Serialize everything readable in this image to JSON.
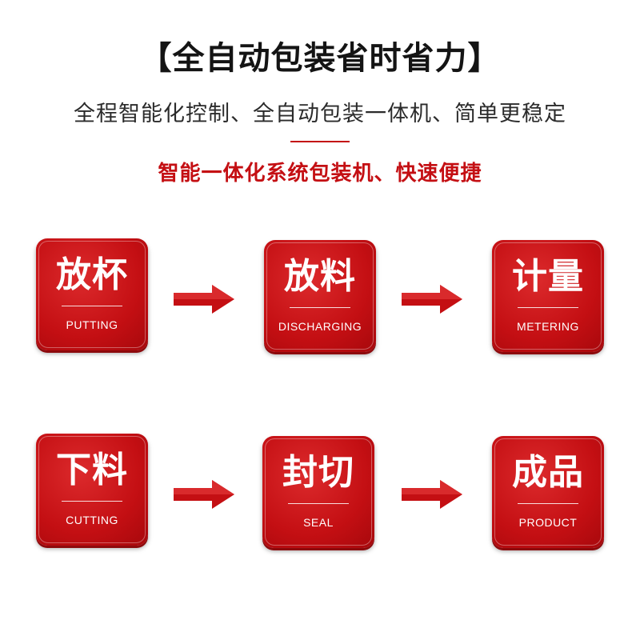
{
  "header": {
    "title": "【全自动包装省时省力】",
    "subtitle": "全程智能化控制、全自动包装一体机、简单更稳定",
    "tagline": "智能一体化系统包装机、快速便捷"
  },
  "steps": [
    {
      "cn": "放杯",
      "en": "PUTTING"
    },
    {
      "cn": "放料",
      "en": "DISCHARGING"
    },
    {
      "cn": "计量",
      "en": "METERING"
    },
    {
      "cn": "下料",
      "en": "CUTTING"
    },
    {
      "cn": "封切",
      "en": "SEAL"
    },
    {
      "cn": "成品",
      "en": "PRODUCT"
    }
  ],
  "colors": {
    "accent": "#c40f13",
    "title": "#141414",
    "text": "#2b2b2b"
  },
  "icons": {
    "connector": "right-arrow-icon"
  }
}
